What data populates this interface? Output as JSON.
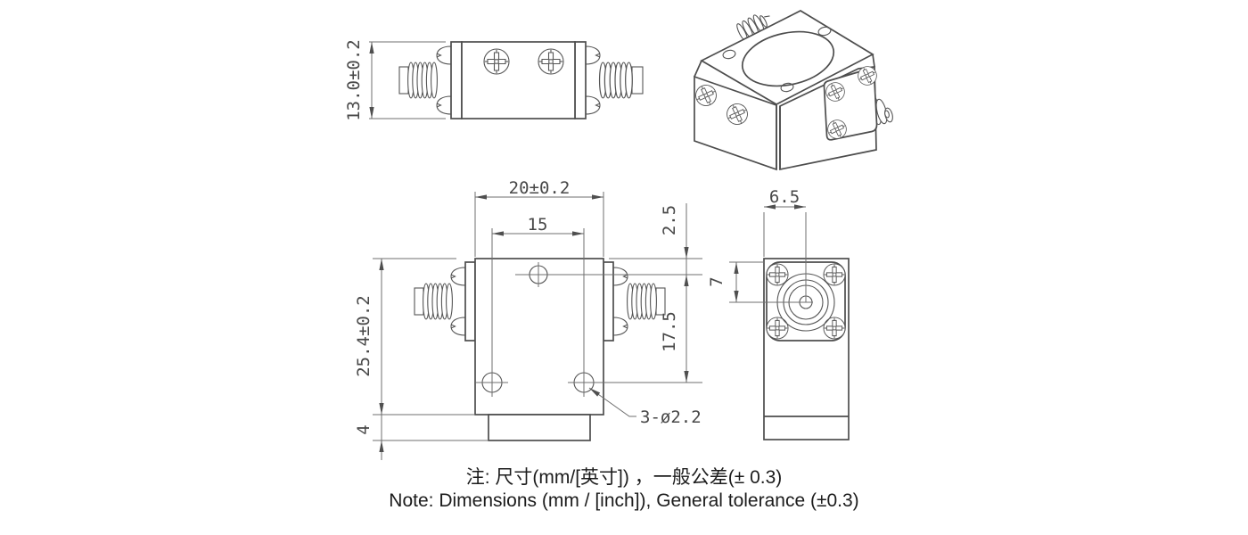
{
  "drawing": {
    "top_view": {
      "height_dim": "13.0±0.2"
    },
    "front_view": {
      "width_dim": "20±0.2",
      "hole_spacing_dim": "15",
      "hole_top_offset_dim": "2.5",
      "hole_row_spacing_dim": "17.5",
      "height_dim": "25.4±0.2",
      "base_height_dim": "4",
      "hole_callout": "3-ø2.2"
    },
    "side_view": {
      "connector_offset_x_dim": "6.5",
      "connector_offset_y_dim": "7"
    },
    "notes": {
      "zh": "注: 尺寸(mm/[英寸]) ，一般公差(± 0.3)",
      "en": "Note: Dimensions (mm / [inch]), General tolerance (±0.3)"
    },
    "colors": {
      "object_line": "#4d4d4d",
      "dimension_line": "#6f6f6f",
      "dimension_text": "#484848",
      "note_text": "#1c1c1c",
      "background": "#ffffff"
    }
  }
}
